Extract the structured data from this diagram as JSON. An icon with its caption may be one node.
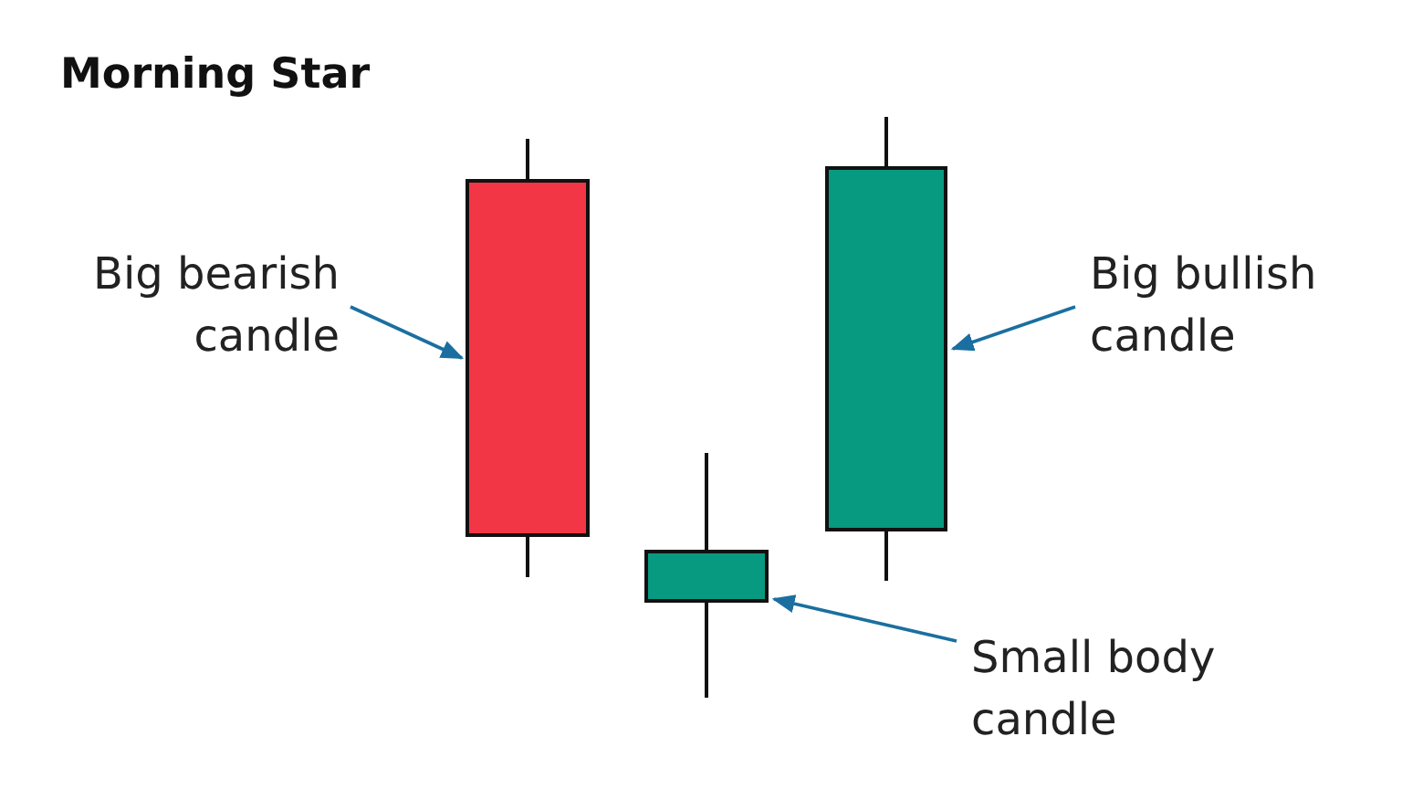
{
  "diagram": {
    "title": "Morning Star",
    "nodes": [
      {
        "text": [
          "Big bearish candle"
        ]
      },
      {
        "text": [],
        "shape": "bar"
      },
      {
        "text": [],
        "shape": "bar"
      },
      {
        "text": [],
        "shape": "bar"
      },
      {
        "text": [
          "Big bullish candle"
        ]
      },
      {
        "text": [
          "Small body candle"
        ]
      }
    ],
    "edges": [
      {
        "from": 0,
        "to": 1,
        "arrow": "to"
      },
      {
        "from": 4,
        "to": 3,
        "arrow": "to"
      },
      {
        "from": 5,
        "to": 2,
        "arrow": "to"
      }
    ]
  }
}
